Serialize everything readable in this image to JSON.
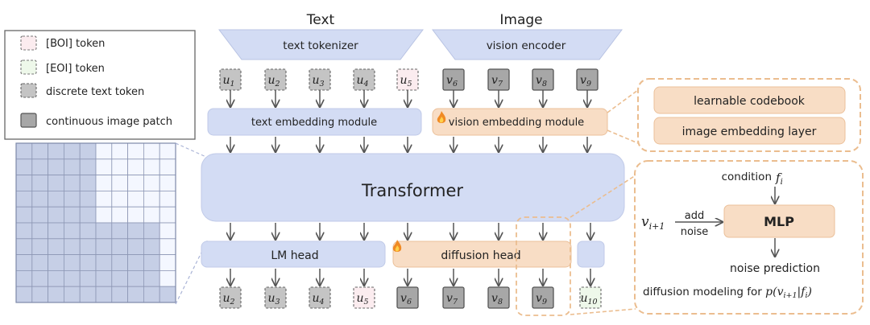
{
  "headers": {
    "text": "Text",
    "image": "Image"
  },
  "legend": {
    "boi": "[BOI] token",
    "eoi": "[EOI] token",
    "discrete": "discrete text token",
    "continuous": "continuous image patch"
  },
  "modules": {
    "text_tokenizer": "text tokenizer",
    "vision_encoder": "vision encoder",
    "text_embedding": "text embedding module",
    "vision_embedding": "vision embedding module",
    "transformer": "Transformer",
    "lm_head": "LM head",
    "diffusion_head": "diffusion head"
  },
  "embedding_detail": {
    "codebook": "learnable codebook",
    "embed_layer": "image embedding layer"
  },
  "diffusion_detail": {
    "condition": "condition",
    "condition_var": "f",
    "condition_sub": "i",
    "add": "add",
    "noise": "noise",
    "mlp": "MLP",
    "noise_prediction": "noise prediction",
    "input_var": "v",
    "input_sub": "i+1",
    "modeling": "diffusion modeling for ",
    "modeling_formula": "p(v",
    "modeling_sub": "i+1",
    "modeling_tail": "|f",
    "modeling_tail_sub": "i",
    "modeling_close": ")"
  },
  "input_tokens": [
    {
      "var": "u",
      "sub": "1",
      "kind": "discrete"
    },
    {
      "var": "u",
      "sub": "2",
      "kind": "discrete"
    },
    {
      "var": "u",
      "sub": "3",
      "kind": "discrete"
    },
    {
      "var": "u",
      "sub": "4",
      "kind": "discrete"
    },
    {
      "var": "u",
      "sub": "5",
      "kind": "boi"
    },
    {
      "var": "v",
      "sub": "6",
      "kind": "continuous"
    },
    {
      "var": "v",
      "sub": "7",
      "kind": "continuous"
    },
    {
      "var": "v",
      "sub": "8",
      "kind": "continuous"
    },
    {
      "var": "v",
      "sub": "9",
      "kind": "continuous"
    }
  ],
  "output_tokens": [
    {
      "var": "u",
      "sub": "2",
      "kind": "discrete"
    },
    {
      "var": "u",
      "sub": "3",
      "kind": "discrete"
    },
    {
      "var": "u",
      "sub": "4",
      "kind": "discrete"
    },
    {
      "var": "u",
      "sub": "5",
      "kind": "boi"
    },
    {
      "var": "v",
      "sub": "6",
      "kind": "continuous"
    },
    {
      "var": "v",
      "sub": "7",
      "kind": "continuous"
    },
    {
      "var": "v",
      "sub": "8",
      "kind": "continuous"
    },
    {
      "var": "v",
      "sub": "9",
      "kind": "continuous"
    },
    {
      "var": "u",
      "sub": "10",
      "kind": "eoi"
    }
  ],
  "mask": {
    "size": 10,
    "groups": [
      [
        0,
        1,
        2,
        3,
        4
      ],
      [
        5,
        6,
        7,
        8
      ],
      [
        9
      ]
    ]
  },
  "colors": {
    "module_blue": "#d3dcf4",
    "module_orange": "#f8ddc5",
    "dashed_orange": "#ebbd8f",
    "discrete_fill": "#c4c4c4",
    "continuous_fill": "#a7a7a7",
    "boi_fill": "#fbecef",
    "eoi_fill": "#eef8ea",
    "mask_fill": "#c6cfe6",
    "mask_empty": "#f4f7ff"
  }
}
